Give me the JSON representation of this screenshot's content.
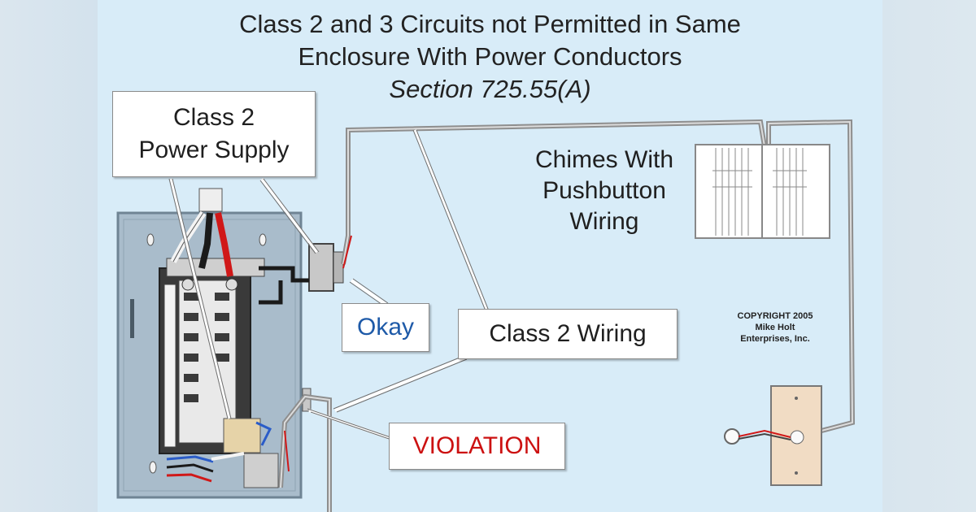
{
  "title": {
    "line1": "Class 2 and 3 Circuits not Permitted in Same",
    "line2": "Enclosure With Power Conductors",
    "section": "Section 725.55(A)"
  },
  "callouts": {
    "power_supply_line1": "Class 2",
    "power_supply_line2": "Power Supply",
    "okay": "Okay",
    "class2_wiring": "Class 2 Wiring",
    "violation": "VIOLATION"
  },
  "chimes_label": {
    "line1": "Chimes With",
    "line2": "Pushbutton",
    "line3": "Wiring"
  },
  "copyright": {
    "line1": "COPYRIGHT 2005",
    "line2": "Mike Holt",
    "line3": "Enterprises, Inc."
  },
  "colors": {
    "background": "#d8ecf8",
    "okay_text": "#1e5aa8",
    "violation_text": "#cc1111",
    "enclosure": "#a9bccb",
    "wire_hot": "#d01818",
    "wire_neutral": "#2a5cc8",
    "wire_ground": "#2a2a2a"
  }
}
